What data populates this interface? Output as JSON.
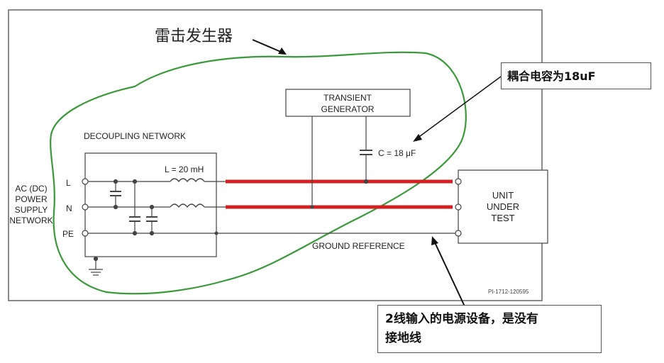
{
  "title_cn": "雷击发生器",
  "callout_cap": "耦合电容为18uF",
  "callout_ground": {
    "line1": "2线输入的电源设备，是没有",
    "line2": "接地线"
  },
  "decoupling_label": "DECOUPLING NETWORK",
  "inductor_label": "L = 20 mH",
  "capacitor_label": "C = 18 μF",
  "transient_generator": {
    "line1": "TRANSIENT",
    "line2": "GENERATOR"
  },
  "power_supply": {
    "lines": [
      "AC (DC)",
      "POWER",
      "SUPPLY",
      "NETWORK"
    ]
  },
  "terminals": {
    "l": "L",
    "n": "N",
    "pe": "PE"
  },
  "unit_under_test": {
    "lines": [
      "UNIT",
      "UNDER",
      "TEST"
    ]
  },
  "ground_reference": "GROUND REFERENCE",
  "figure_id": "PI-1712-120595",
  "colors": {
    "highlight_red": "#d32020",
    "outline_green": "#3a9a3a",
    "wire": "#444444"
  }
}
